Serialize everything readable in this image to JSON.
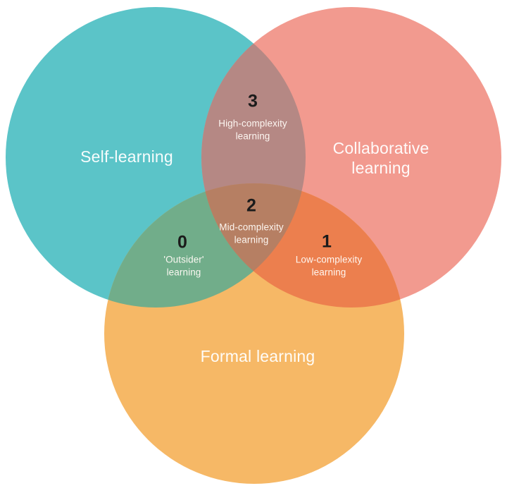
{
  "diagram": {
    "type": "venn",
    "background": "#ffffff",
    "sets": [
      {
        "id": "self",
        "label": "Self-learning",
        "color": "#5BC4C8"
      },
      {
        "id": "collaborative",
        "label": "Collaborative learning",
        "color": "#F29A8F"
      },
      {
        "id": "formal",
        "label": "Formal learning",
        "color": "#F6B866"
      }
    ],
    "intersections": [
      {
        "sets": [
          "self",
          "collaborative"
        ],
        "value": "3",
        "label": "High-complexity learning",
        "color": "#B58884"
      },
      {
        "sets": [
          "self",
          "formal"
        ],
        "value": "0",
        "label": "'Outsider' learning",
        "color": "#71AD8A"
      },
      {
        "sets": [
          "collaborative",
          "formal"
        ],
        "value": "1",
        "label": "Low-complexity learning",
        "color": "#EC7F4E"
      },
      {
        "sets": [
          "self",
          "collaborative",
          "formal"
        ],
        "value": "2",
        "label": "Mid-complexity learning",
        "color": "#B67F63"
      }
    ]
  }
}
